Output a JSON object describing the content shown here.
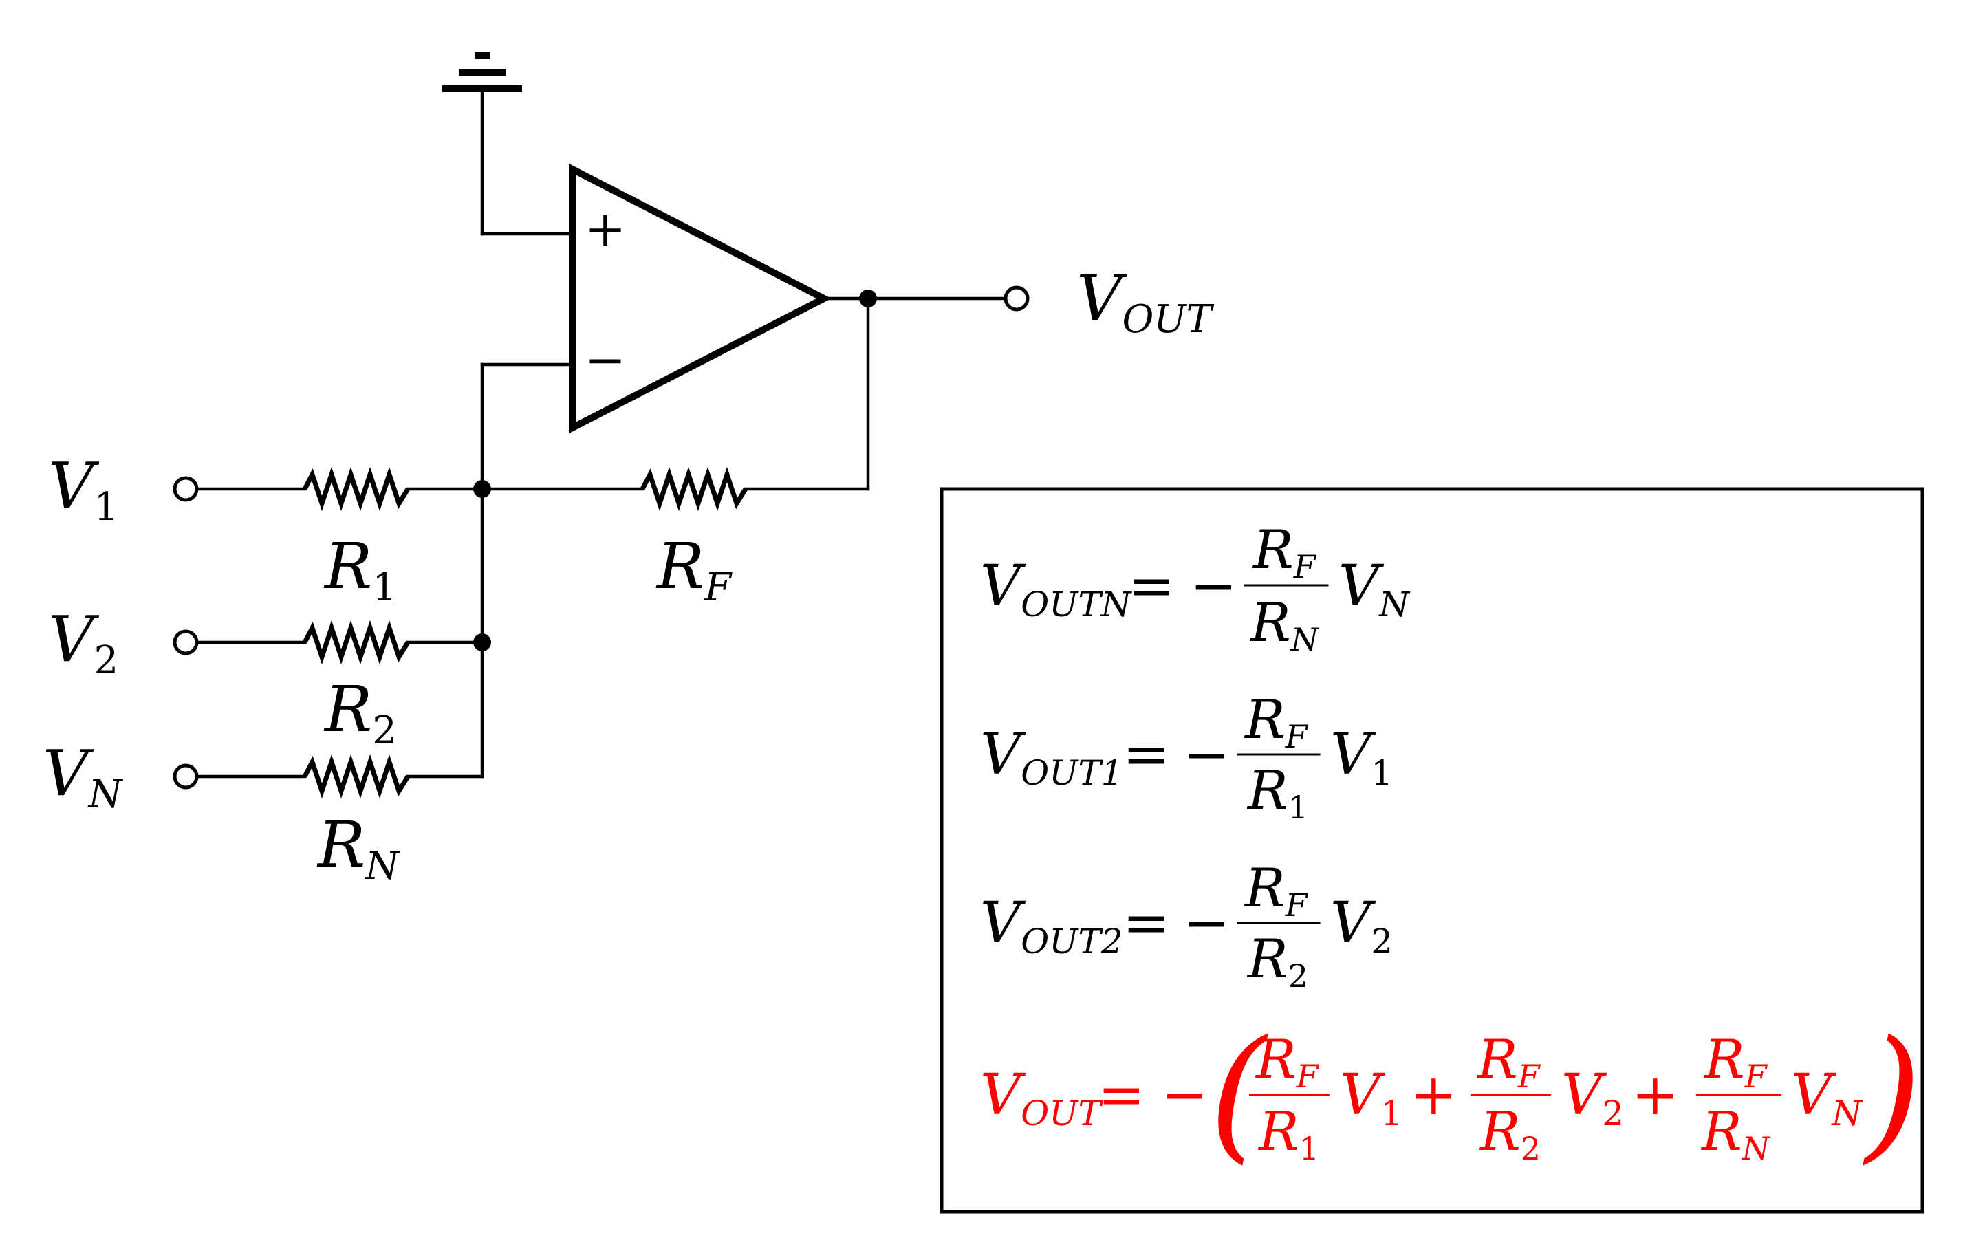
{
  "colors": {
    "ink": "#000000",
    "highlight": "#ff0000"
  },
  "opamp": {
    "plus_sign": "+",
    "minus_sign": "−"
  },
  "labels": {
    "vout": {
      "base": "V",
      "sub": "OUT"
    },
    "v1": {
      "base": "V",
      "sub": "1"
    },
    "v2": {
      "base": "V",
      "sub": "2"
    },
    "vn": {
      "base": "V",
      "sub": "N"
    },
    "r1": {
      "base": "R",
      "sub": "1"
    },
    "r2": {
      "base": "R",
      "sub": "2"
    },
    "rn": {
      "base": "R",
      "sub": "N"
    },
    "rf": {
      "base": "R",
      "sub": "F"
    }
  },
  "equations": {
    "outn": {
      "lhs_base": "V",
      "lhs_sub": "OUTN",
      "eq": "=",
      "minus": "−",
      "num_base": "R",
      "num_sub": "F",
      "den_base": "R",
      "den_sub": "N",
      "rhs_base": "V",
      "rhs_sub": "N"
    },
    "out1": {
      "lhs_base": "V",
      "lhs_sub": "OUT1",
      "eq": "=",
      "minus": "−",
      "num_base": "R",
      "num_sub": "F",
      "den_base": "R",
      "den_sub": "1",
      "rhs_base": "V",
      "rhs_sub": "1"
    },
    "out2": {
      "lhs_base": "V",
      "lhs_sub": "OUT2",
      "eq": "=",
      "minus": "−",
      "num_base": "R",
      "num_sub": "F",
      "den_base": "R",
      "den_sub": "2",
      "rhs_base": "V",
      "rhs_sub": "2"
    },
    "total": {
      "lhs_base": "V",
      "lhs_sub": "OUT",
      "eq": "=",
      "minus": "−",
      "open_paren": "(",
      "close_paren": ")",
      "plus": "+",
      "terms": [
        {
          "num_base": "R",
          "num_sub": "F",
          "den_base": "R",
          "den_sub": "1",
          "v_base": "V",
          "v_sub": "1"
        },
        {
          "num_base": "R",
          "num_sub": "F",
          "den_base": "R",
          "den_sub": "2",
          "v_base": "V",
          "v_sub": "2"
        },
        {
          "num_base": "R",
          "num_sub": "F",
          "den_base": "R",
          "den_sub": "N",
          "v_base": "V",
          "v_sub": "N"
        }
      ]
    }
  }
}
